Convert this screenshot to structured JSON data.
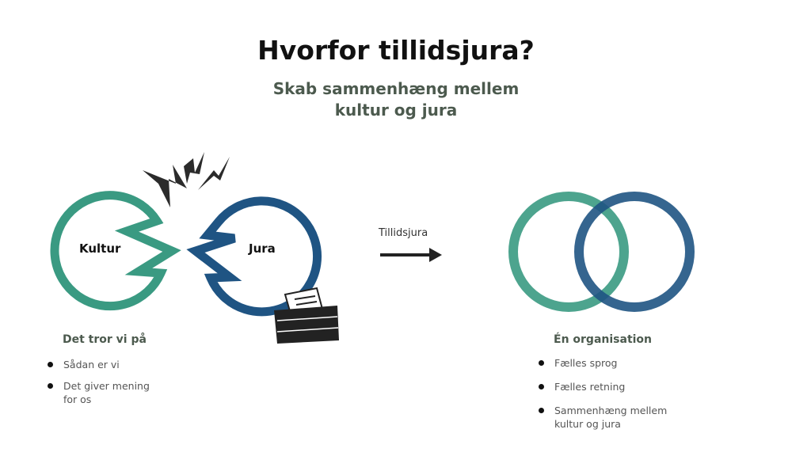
{
  "title": "Hvorfor tillidsjura?",
  "subtitle": [
    "Skab sammenhæng mellem",
    "kultur og jura"
  ],
  "left": {
    "circle1": "Kultur",
    "circle2": "Jura",
    "heading": "Det tror vi på",
    "items": [
      "Sådan er vi",
      "Det giver mening for os"
    ]
  },
  "arrow_label": "Tillidsjura",
  "right": {
    "heading": "Én organisation",
    "items": [
      "Fælles sprog",
      "Fælles retning",
      "Sammenhæng mellem kultur og jura"
    ]
  },
  "colors": {
    "teal": "#2e9a80",
    "navy": "#1f4e7a",
    "text": "#4c5a4e"
  }
}
